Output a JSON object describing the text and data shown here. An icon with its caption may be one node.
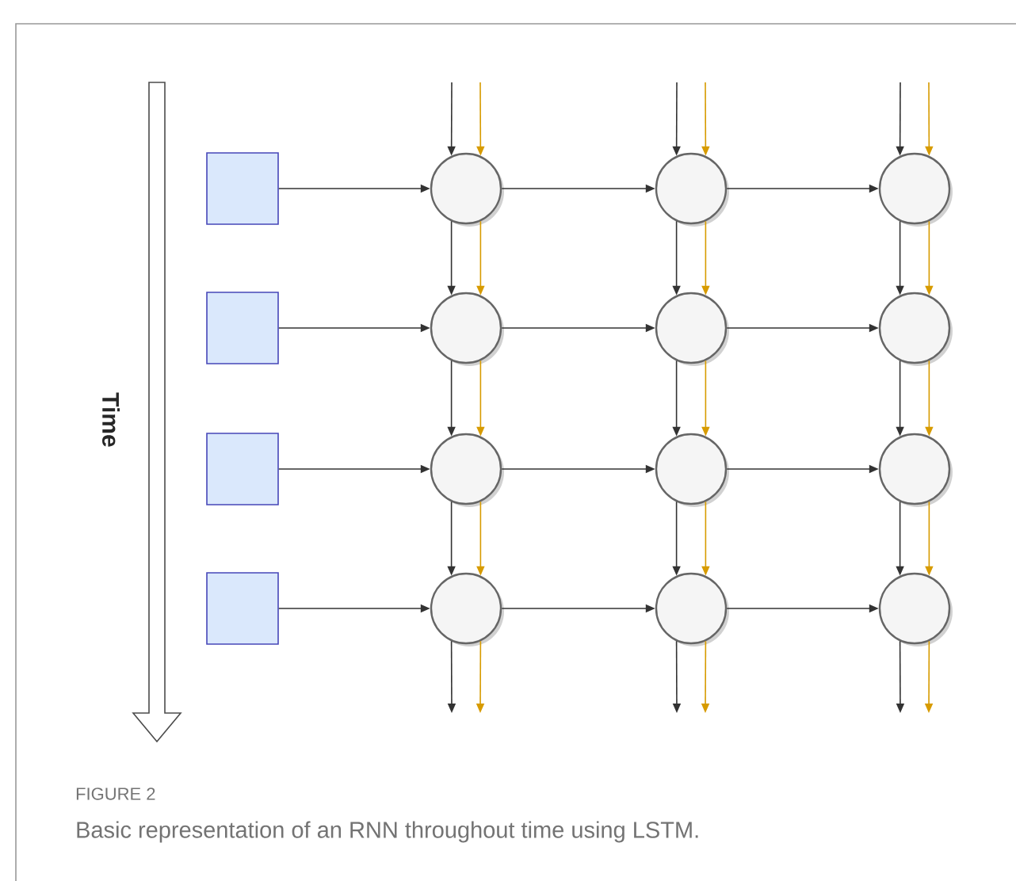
{
  "diagram": {
    "caption": "Basic representation of an RNN throughout time using LSTM.",
    "nodes": [
      {
        "text": [],
        "shape": "box"
      },
      {
        "text": [],
        "shape": "box"
      },
      {
        "text": [],
        "shape": "box"
      },
      {
        "text": [],
        "shape": "box"
      },
      {
        "text": [],
        "shape": "circle"
      },
      {
        "text": [],
        "shape": "circle"
      },
      {
        "text": [],
        "shape": "circle"
      },
      {
        "text": [],
        "shape": "circle"
      },
      {
        "text": [],
        "shape": "circle"
      },
      {
        "text": [],
        "shape": "circle"
      },
      {
        "text": [],
        "shape": "circle"
      },
      {
        "text": [],
        "shape": "circle"
      },
      {
        "text": [],
        "shape": "circle"
      },
      {
        "text": [],
        "shape": "circle"
      },
      {
        "text": [],
        "shape": "circle"
      },
      {
        "text": [],
        "shape": "circle"
      }
    ],
    "edges": [
      {
        "from": 0,
        "to": 4,
        "arrow": "to"
      },
      {
        "from": 1,
        "to": 7,
        "arrow": "to"
      },
      {
        "from": 2,
        "to": 10,
        "arrow": "to"
      },
      {
        "from": 3,
        "to": 13,
        "arrow": "to"
      },
      {
        "from": 4,
        "to": 5,
        "arrow": "to"
      },
      {
        "from": 5,
        "to": 6,
        "arrow": "to"
      },
      {
        "from": 7,
        "to": 8,
        "arrow": "to"
      },
      {
        "from": 8,
        "to": 9,
        "arrow": "to"
      },
      {
        "from": 10,
        "to": 11,
        "arrow": "to"
      },
      {
        "from": 11,
        "to": 12,
        "arrow": "to"
      },
      {
        "from": 13,
        "to": 14,
        "arrow": "to"
      },
      {
        "from": 14,
        "to": 15,
        "arrow": "to"
      },
      {
        "from": null,
        "to": 4,
        "arrow": "to"
      },
      {
        "from": null,
        "to": 4,
        "arrow": "to",
        "color": "#d79b00"
      },
      {
        "from": 4,
        "to": 7,
        "arrow": "to"
      },
      {
        "from": 4,
        "to": 7,
        "arrow": "to",
        "color": "#d79b00"
      },
      {
        "from": 7,
        "to": 10,
        "arrow": "to"
      },
      {
        "from": 7,
        "to": 10,
        "arrow": "to",
        "color": "#d79b00"
      },
      {
        "from": 10,
        "to": 13,
        "arrow": "to"
      },
      {
        "from": 10,
        "to": 13,
        "arrow": "to",
        "color": "#d79b00"
      },
      {
        "from": 13,
        "to": null,
        "arrow": "to"
      },
      {
        "from": 13,
        "to": null,
        "arrow": "to",
        "color": "#d79b00"
      },
      {
        "from": null,
        "to": 5,
        "arrow": "to"
      },
      {
        "from": null,
        "to": 5,
        "arrow": "to",
        "color": "#d79b00"
      },
      {
        "from": 5,
        "to": 8,
        "arrow": "to"
      },
      {
        "from": 5,
        "to": 8,
        "arrow": "to",
        "color": "#d79b00"
      },
      {
        "from": 8,
        "to": 11,
        "arrow": "to"
      },
      {
        "from": 8,
        "to": 11,
        "arrow": "to",
        "color": "#d79b00"
      },
      {
        "from": 11,
        "to": 14,
        "arrow": "to"
      },
      {
        "from": 11,
        "to": 14,
        "arrow": "to",
        "color": "#d79b00"
      },
      {
        "from": 14,
        "to": null,
        "arrow": "to"
      },
      {
        "from": 14,
        "to": null,
        "arrow": "to",
        "color": "#d79b00"
      },
      {
        "from": null,
        "to": 6,
        "arrow": "to"
      },
      {
        "from": null,
        "to": 6,
        "arrow": "to",
        "color": "#d79b00"
      },
      {
        "from": 6,
        "to": 9,
        "arrow": "to"
      },
      {
        "from": 6,
        "to": 9,
        "arrow": "to",
        "color": "#d79b00"
      },
      {
        "from": 9,
        "to": 12,
        "arrow": "to"
      },
      {
        "from": 9,
        "to": 12,
        "arrow": "to",
        "color": "#d79b00"
      },
      {
        "from": 12,
        "to": 15,
        "arrow": "to"
      },
      {
        "from": 12,
        "to": 15,
        "arrow": "to",
        "color": "#d79b00"
      },
      {
        "from": 15,
        "to": null,
        "arrow": "to"
      },
      {
        "from": 15,
        "to": null,
        "arrow": "to",
        "color": "#d79b00"
      }
    ],
    "labels": [
      "Time",
      "FIGURE 2"
    ]
  }
}
